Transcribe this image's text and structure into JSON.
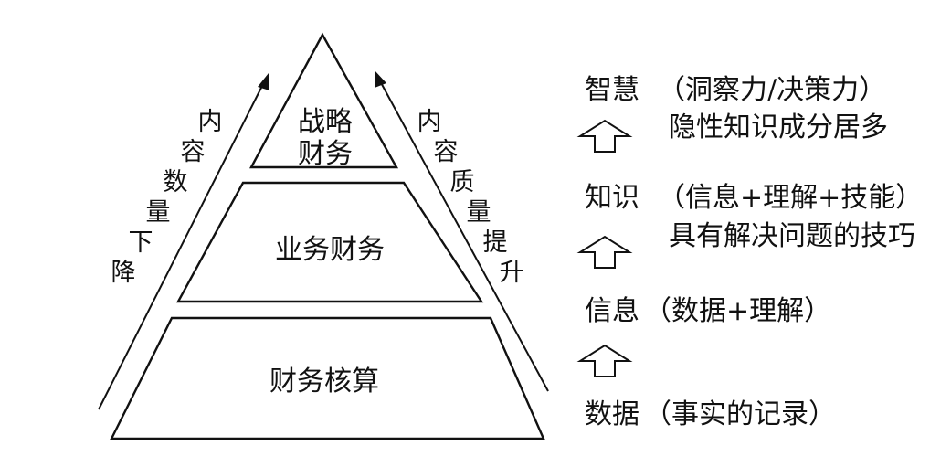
{
  "pyramid": {
    "tiers": [
      {
        "lines": [
          "战略",
          "财务"
        ]
      },
      {
        "lines": [
          "业务财务"
        ]
      },
      {
        "lines": [
          "财务核算"
        ]
      }
    ]
  },
  "left_arrow": {
    "label": "内容数量下降"
  },
  "right_arrow": {
    "label": "内容质量提升"
  },
  "hierarchy": {
    "levels": [
      {
        "title": "智慧",
        "detail": "（洞察力/决策力）",
        "note": "隐性知识成分居多"
      },
      {
        "title": "知识",
        "detail": "（信息+理解+技能）",
        "note": "具有解决问题的技巧"
      },
      {
        "title": "信息",
        "detail": "（数据+理解）",
        "note": ""
      },
      {
        "title": "数据",
        "detail": "（事实的记录）",
        "note": ""
      }
    ]
  }
}
